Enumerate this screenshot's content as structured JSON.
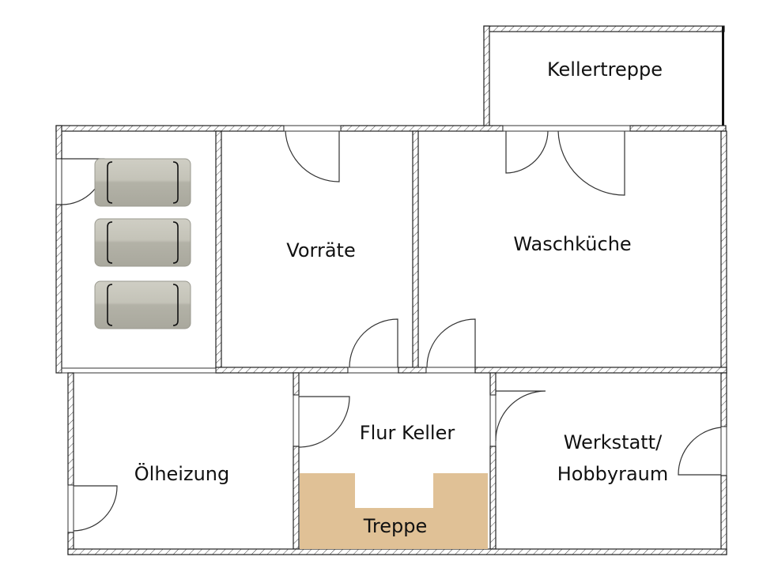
{
  "plan": {
    "rooms": [
      {
        "id": "kellertreppe",
        "label": "Kellertreppe"
      },
      {
        "id": "vorraete",
        "label": "Vorräte"
      },
      {
        "id": "waschkueche",
        "label": "Waschküche"
      },
      {
        "id": "flur-keller",
        "label": "Flur Keller"
      },
      {
        "id": "treppe",
        "label": "Treppe"
      },
      {
        "id": "oelheizung",
        "label": "Ölheizung"
      },
      {
        "id": "werkstatt",
        "label_line1": "Werkstatt/",
        "label_line2": "Hobbyraum"
      }
    ],
    "tanks": {
      "count": 3,
      "icon": "oil-tank-icon"
    },
    "colors": {
      "wall_outline": "#222222",
      "stair_fill": "#e0c196",
      "tank_fill": "#b2b1a6",
      "background": "#ffffff"
    }
  }
}
